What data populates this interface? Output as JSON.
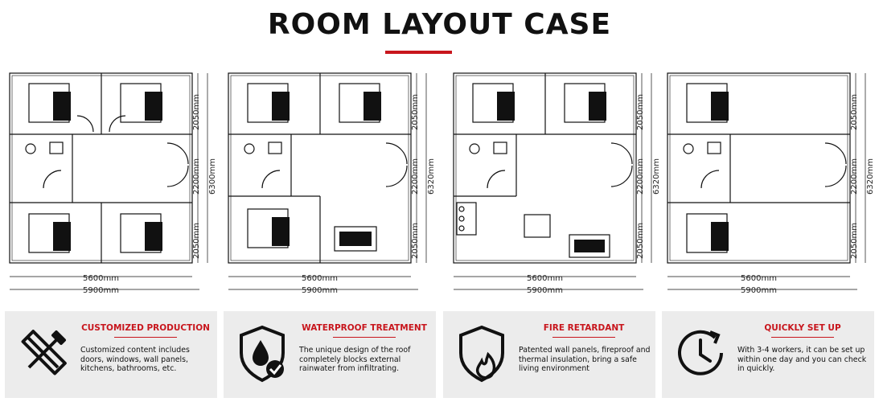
{
  "header": {
    "title": "ROOM LAYOUT CASE",
    "accent_color": "#c8161d"
  },
  "plans": [
    {
      "dims": {
        "inner_width": "5600mm",
        "outer_width": "5900mm",
        "top": "2050mm",
        "middle": "2200mm",
        "bottom": "2050mm",
        "total": "6300mm"
      }
    },
    {
      "dims": {
        "inner_width": "5600mm",
        "outer_width": "5900mm",
        "top": "2050mm",
        "middle": "2200mm",
        "bottom": "2050mm",
        "total": "6320mm"
      }
    },
    {
      "dims": {
        "inner_width": "5600mm",
        "outer_width": "5900mm",
        "top": "2050mm",
        "middle": "2200mm",
        "bottom": "2050mm",
        "total": "6320mm"
      }
    },
    {
      "dims": {
        "inner_width": "5600mm",
        "outer_width": "5900mm",
        "top": "2050mm",
        "middle": "2200mm",
        "bottom": "2050mm",
        "total": "6320mm"
      }
    }
  ],
  "features": [
    {
      "icon": "pencil-ruler-icon",
      "title": "CUSTOMIZED PRODUCTION",
      "description": "Customized content includes doors, windows, wall panels, kitchens, bathrooms, etc."
    },
    {
      "icon": "waterproof-shield-icon",
      "title": "WATERPROOF TREATMENT",
      "description": "The unique design of the roof completely blocks external rainwater from infiltrating."
    },
    {
      "icon": "fire-shield-icon",
      "title": "FIRE RETARDANT",
      "description": "Patented wall panels, fireproof and thermal insulation, bring a safe living environment"
    },
    {
      "icon": "clock-icon",
      "title": "QUICKLY SET UP",
      "description": "With 3-4 workers, it can be set up within one day and you can check in quickly."
    }
  ]
}
